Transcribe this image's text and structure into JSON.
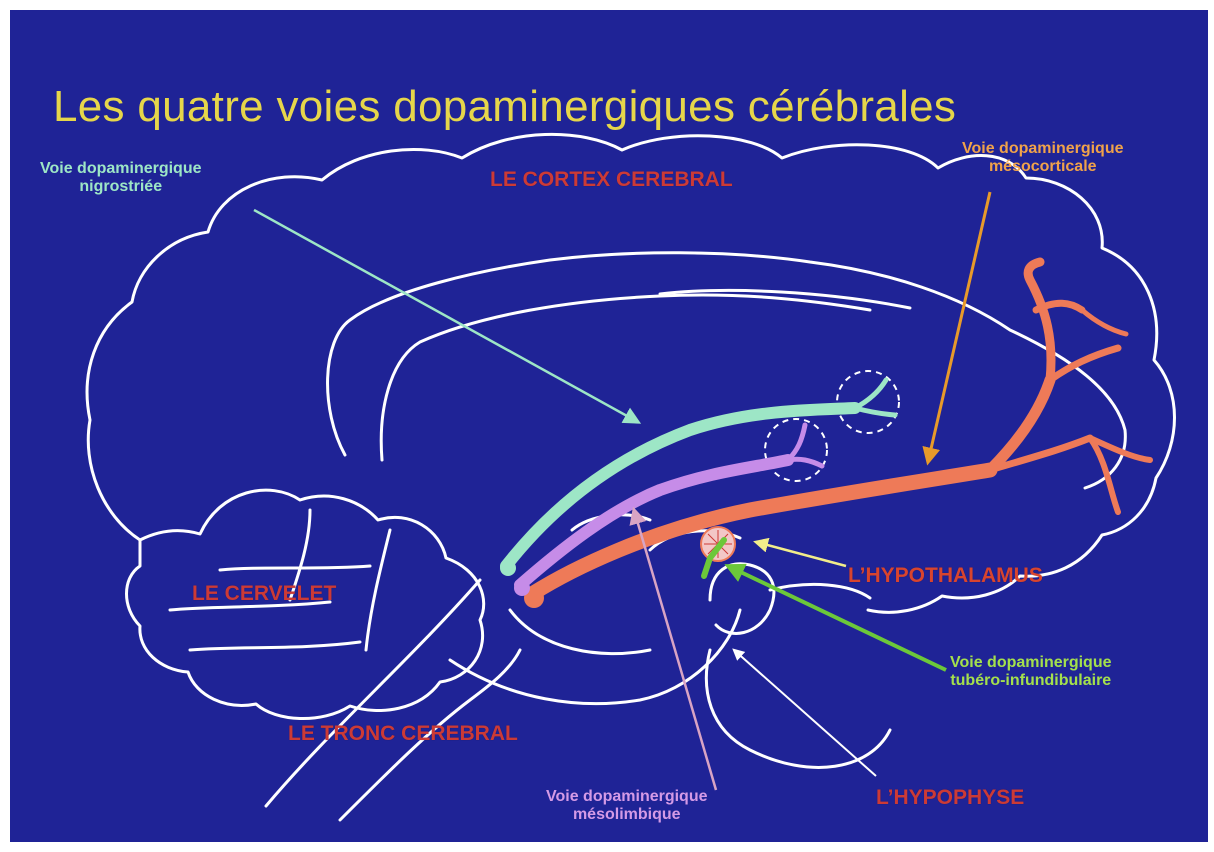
{
  "title": "Les quatre voies dopaminergiques cérébrales",
  "colors": {
    "background": "#1f2396",
    "outline": "#ffffff",
    "title": "#e6d64a",
    "region_label": "#cc3a36",
    "nigrostriatal": "#9de6c6",
    "mesolimbic": "#c68ce8",
    "mesocortical": "#ee7a58",
    "tuberoinfundibular": "#6cc83a",
    "hypothalamus_pointer": "#f2ed8a",
    "mesocortical_pointer": "#e89a2a",
    "mesolimbic_pointer": "#d8a4c4"
  },
  "regions": {
    "cortex": "LE CORTEX CEREBRAL",
    "cerebellum": "LE CERVELET",
    "brainstem": "LE TRONC CEREBRAL",
    "hypothalamus": "L’HYPOTHALAMUS",
    "pituitary": "L’HYPOPHYSE"
  },
  "pathways": {
    "nigrostriatal": {
      "line1": "Voie dopaminergique",
      "line2": "nigrostriée"
    },
    "mesocortical": {
      "line1": "Voie dopaminergique",
      "line2": "mésocorticale"
    },
    "tuberoinfundibular": {
      "line1": "Voie dopaminergique",
      "line2": "tubéro-infundibulaire"
    },
    "mesolimbic": {
      "line1": "Voie dopaminergique",
      "line2": "mésolimbique"
    }
  }
}
